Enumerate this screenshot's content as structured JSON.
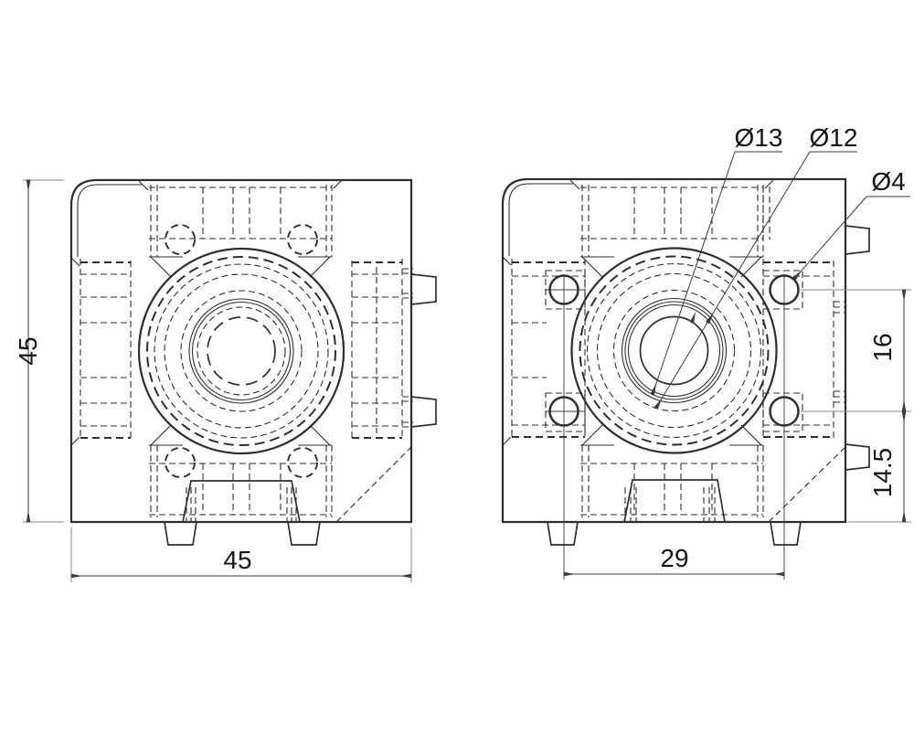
{
  "drawing": {
    "labels": {
      "dia13": "Ø13",
      "dia12": "Ø12",
      "dia4": "Ø4",
      "height_45": "45",
      "width_45": "45",
      "width_29": "29",
      "side_16": "16",
      "side_14_5": "14.5"
    },
    "colors": {
      "line": "#2e2e2e",
      "dim": "#3a3a3a",
      "ext": "#8a8a8a",
      "text": "#141414",
      "background": "#ffffff"
    }
  }
}
